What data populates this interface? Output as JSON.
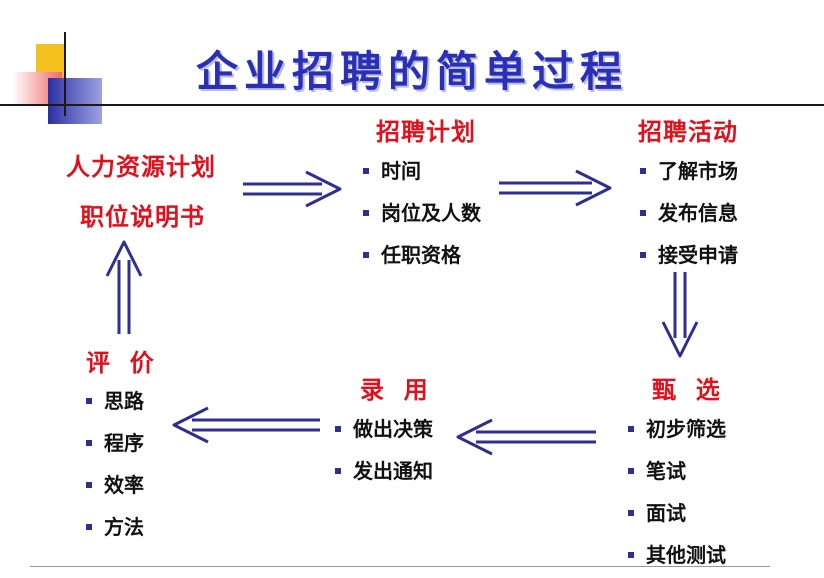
{
  "title": "企业招聘的简单过程",
  "hr_plan": {
    "line1": "人力资源计划",
    "line2": "职位说明书"
  },
  "recruit_plan": {
    "heading": "招聘计划",
    "items": [
      "时间",
      "岗位及人数",
      "任职资格"
    ]
  },
  "recruit_activity": {
    "heading": "招聘活动",
    "items": [
      "了解市场",
      "发布信息",
      "接受申请"
    ]
  },
  "screening": {
    "heading": "甄  选",
    "items": [
      "初步筛选",
      "笔试",
      "面试",
      "其他测试"
    ]
  },
  "hiring": {
    "heading": "录  用",
    "items": [
      "做出决策",
      "发出通知"
    ]
  },
  "evaluation": {
    "heading": "评  价",
    "items": [
      "思路",
      "程序",
      "效率",
      "方法"
    ]
  },
  "colors": {
    "title": "#2a2fb8",
    "heading": "#e0101c",
    "arrow": "#2d2f92",
    "bullet": "#2d2f92"
  }
}
